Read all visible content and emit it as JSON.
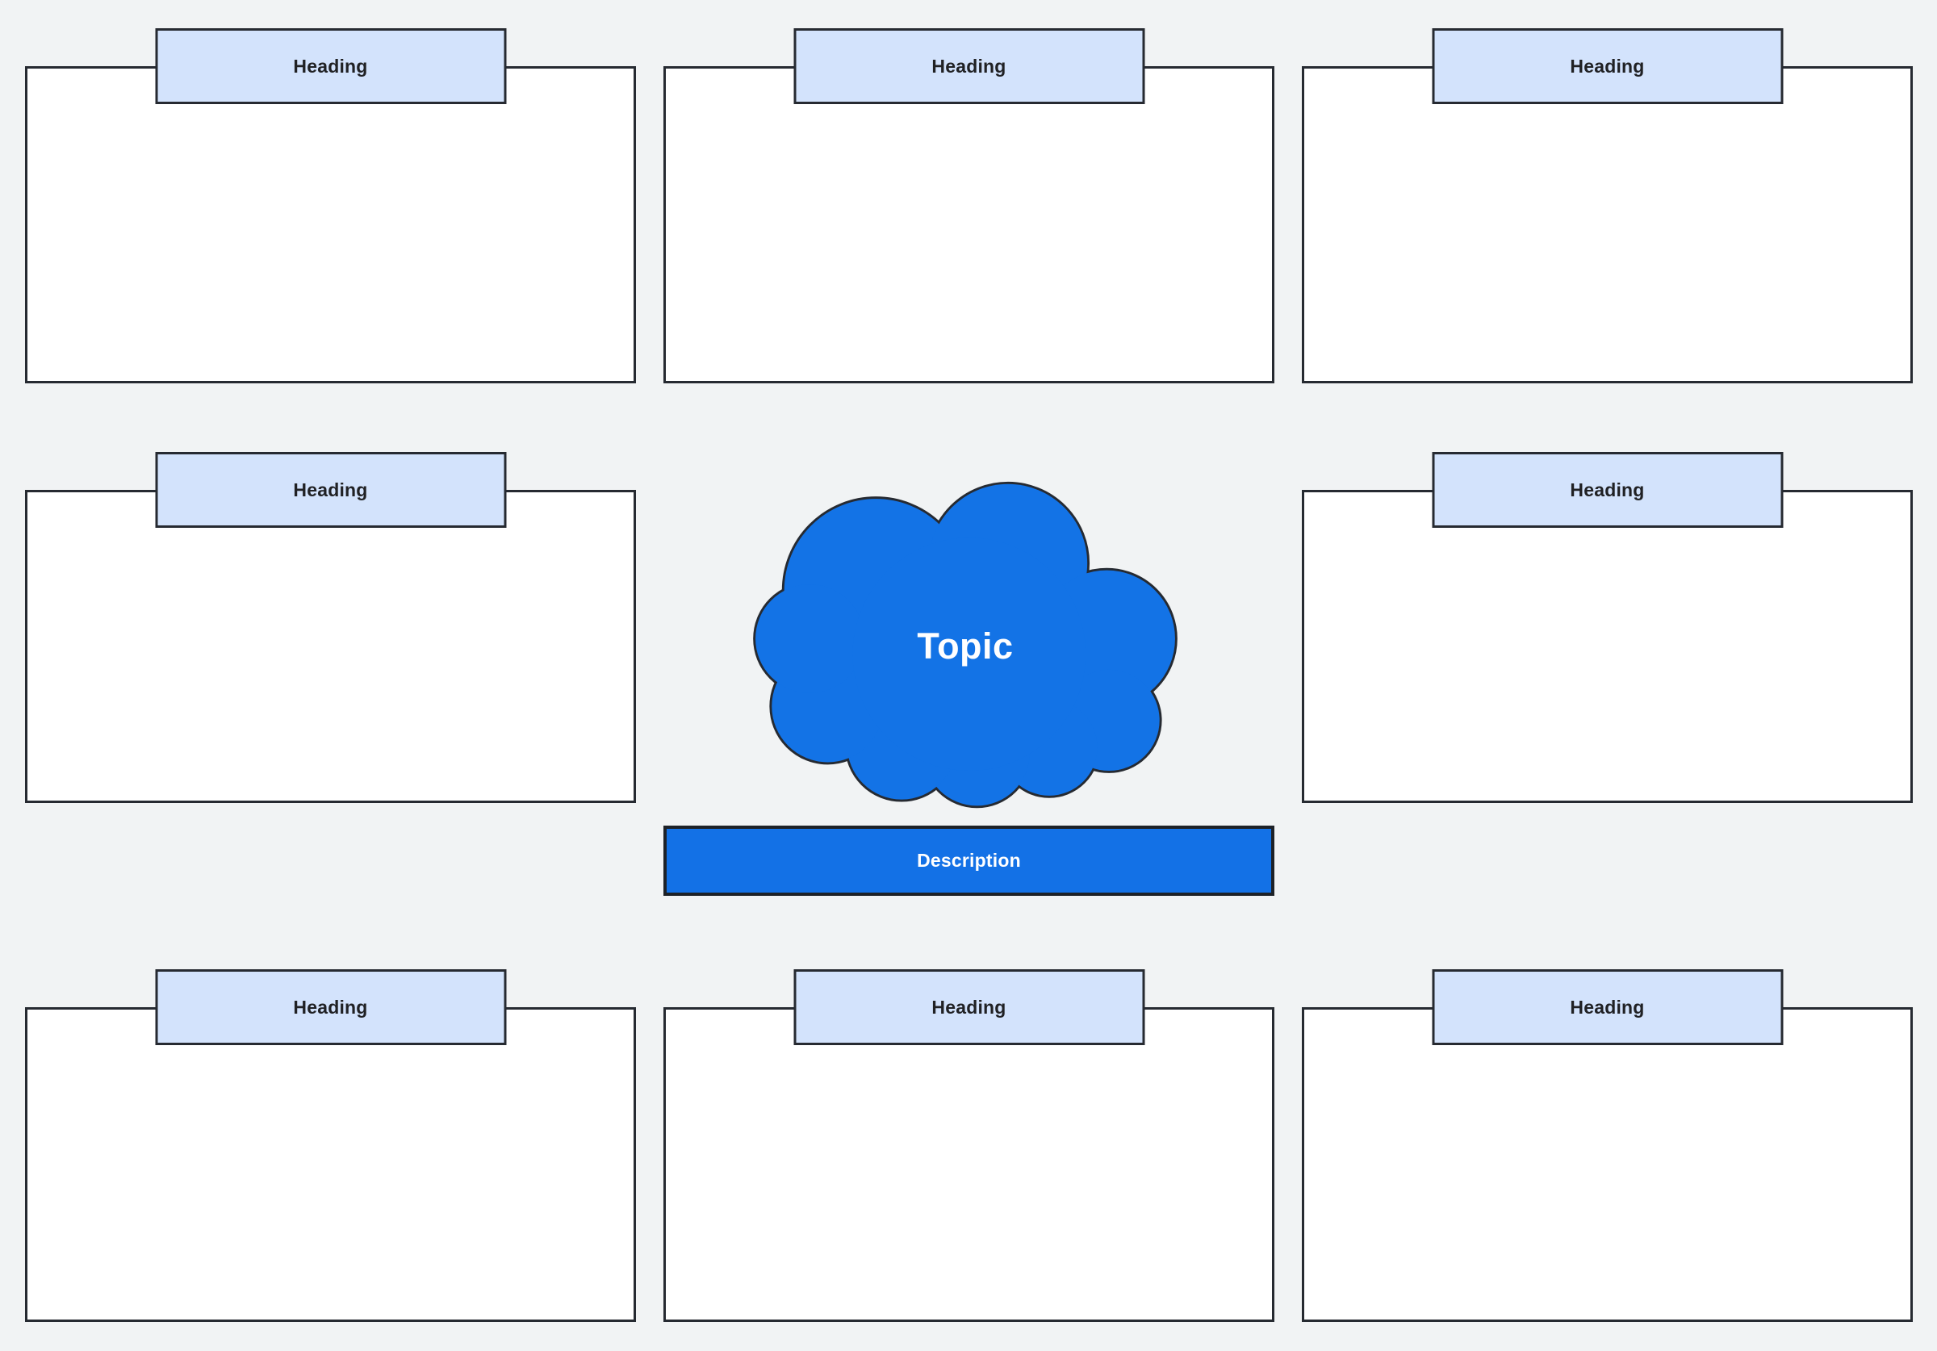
{
  "topic": {
    "label": "Topic"
  },
  "description": {
    "label": "Description"
  },
  "panels": [
    {
      "position": "top-left",
      "heading": "Heading"
    },
    {
      "position": "top-center",
      "heading": "Heading"
    },
    {
      "position": "top-right",
      "heading": "Heading"
    },
    {
      "position": "middle-left",
      "heading": "Heading"
    },
    {
      "position": "middle-right",
      "heading": "Heading"
    },
    {
      "position": "bottom-left",
      "heading": "Heading"
    },
    {
      "position": "bottom-center",
      "heading": "Heading"
    },
    {
      "position": "bottom-right",
      "heading": "Heading"
    }
  ],
  "colors": {
    "background": "#f1f3f4",
    "panel_fill": "#ffffff",
    "heading_fill": "#d3e3fc",
    "heading_text": "#202124",
    "shape_fill": "#1373e6",
    "shape_text": "#ffffff",
    "border": "#262a31"
  }
}
